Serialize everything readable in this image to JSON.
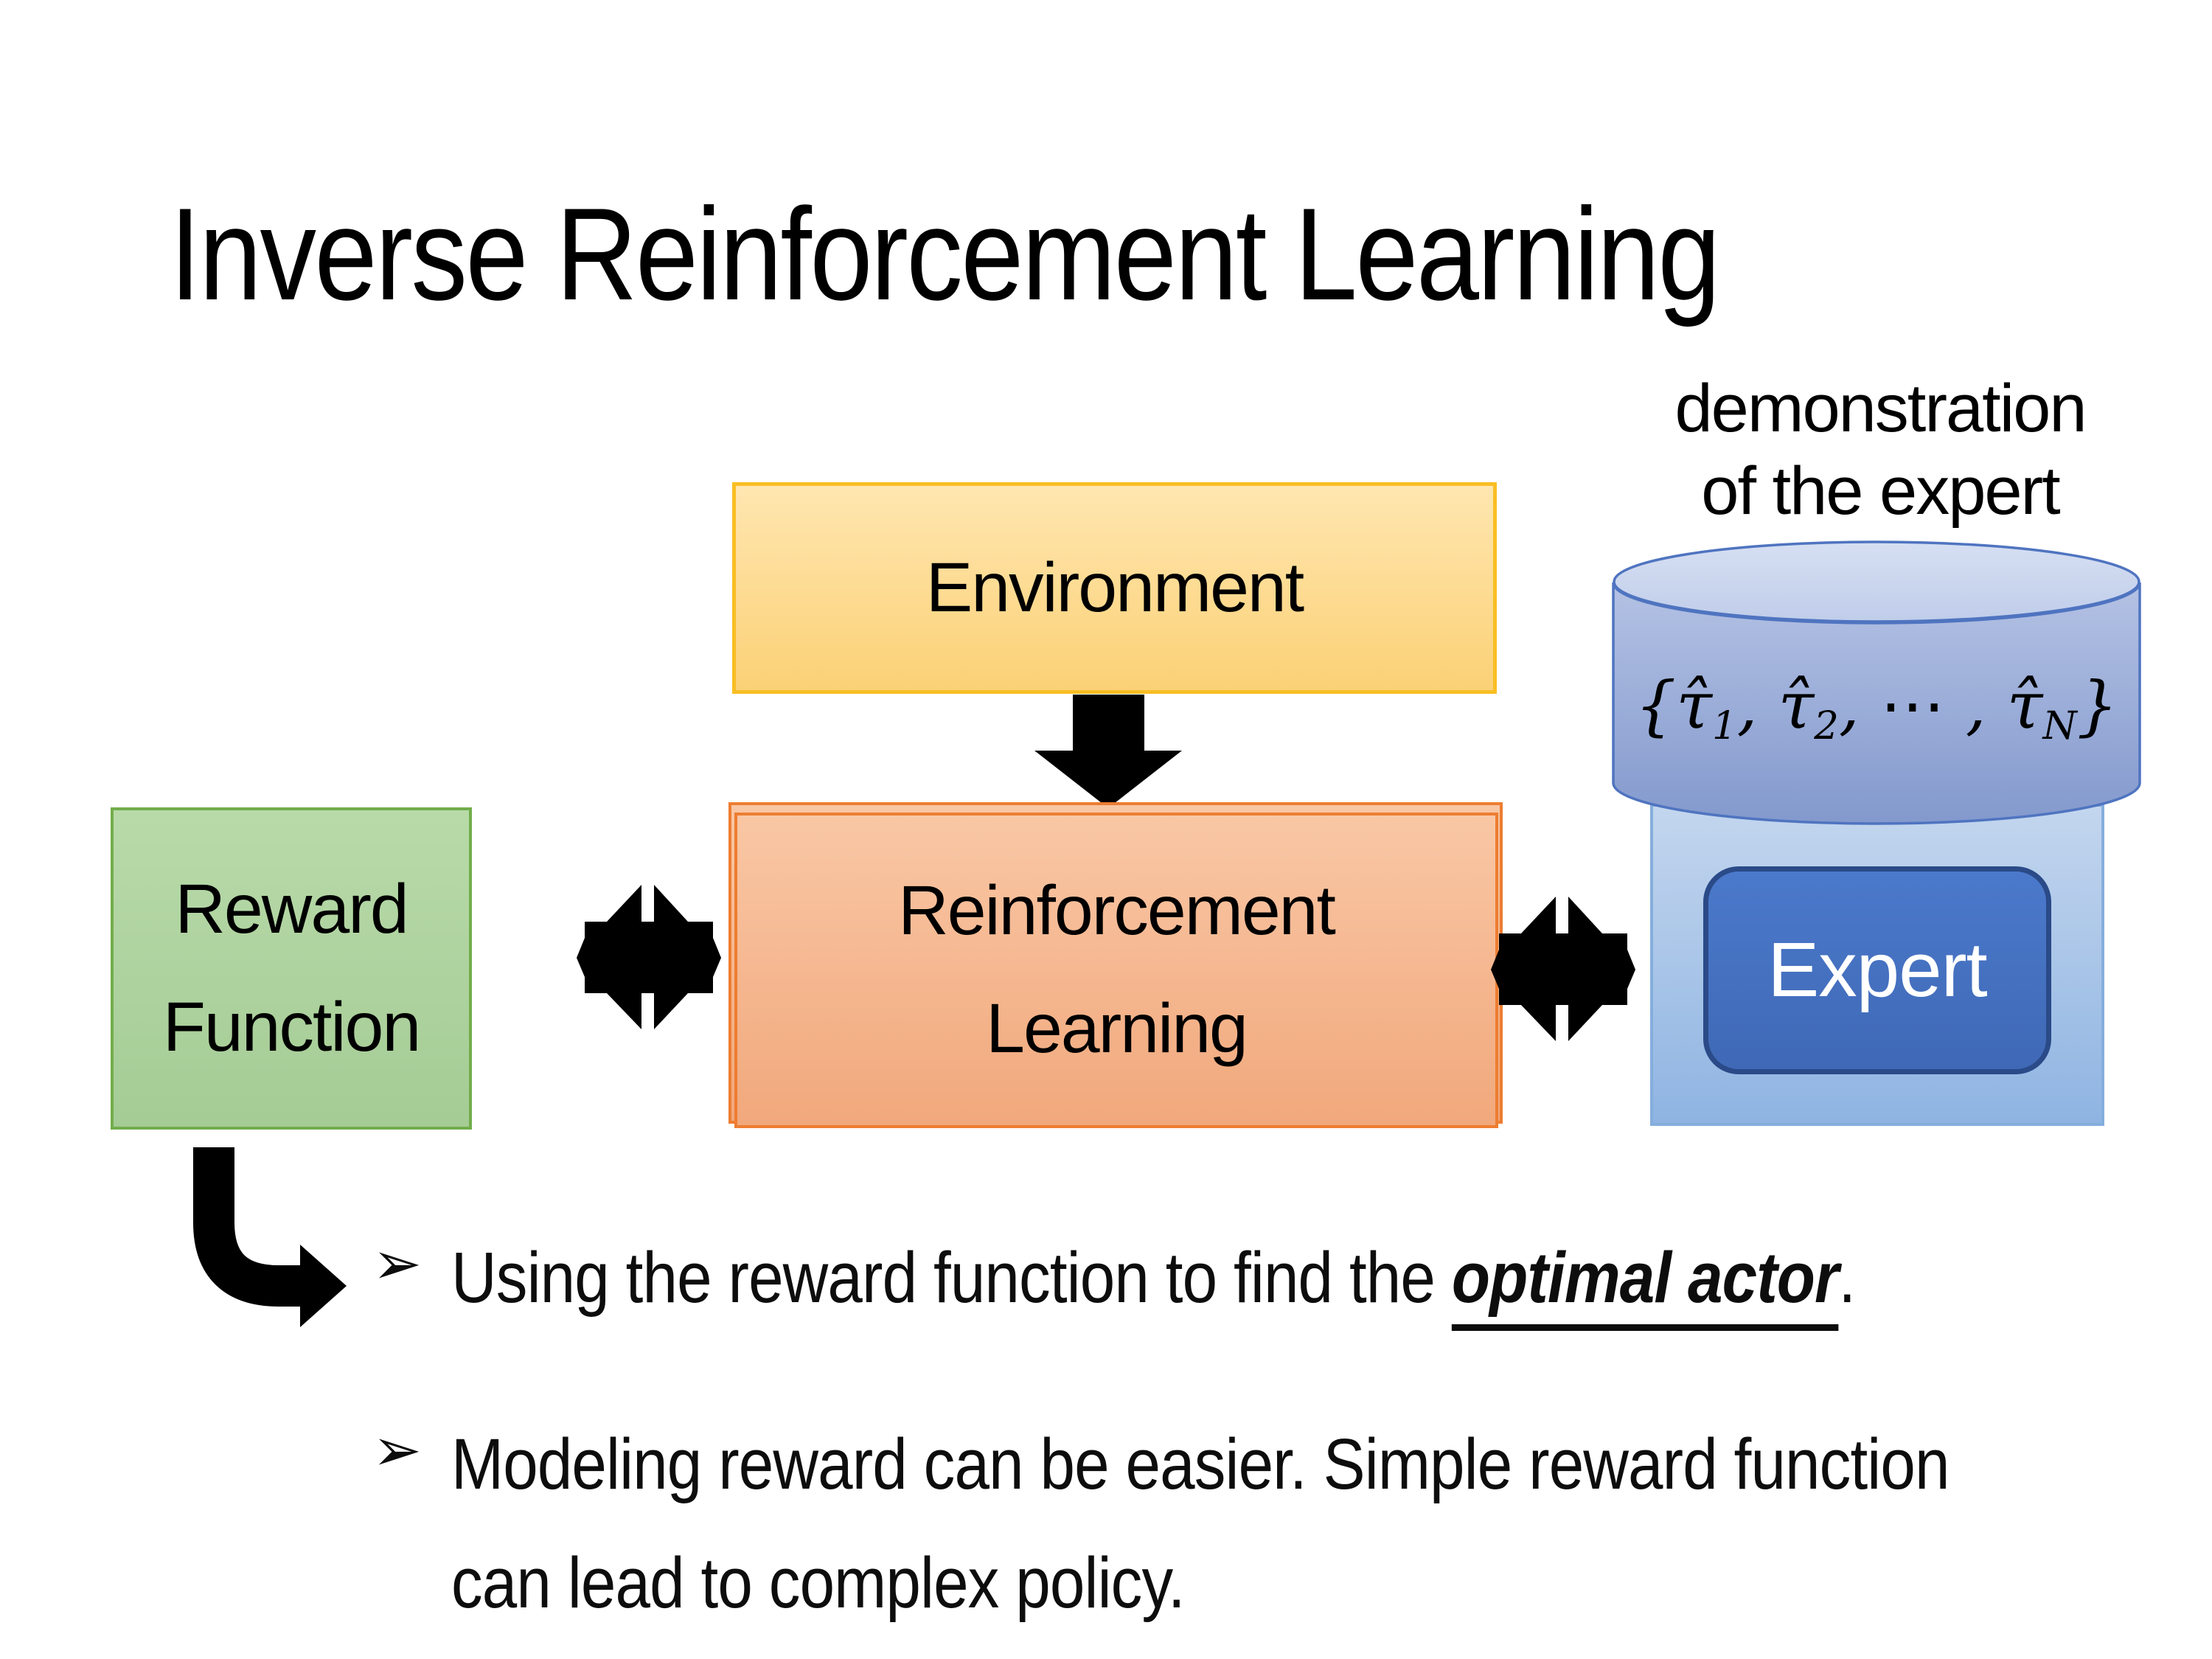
{
  "title": "Inverse Reinforcement Learning",
  "annotations": {
    "demo_line1": "demonstration",
    "demo_line2": "of the expert"
  },
  "boxes": {
    "environment": {
      "label": "Environment"
    },
    "reinforcement_learning": {
      "line1": "Reinforcement",
      "line2": "Learning"
    },
    "reward_function": {
      "line1": "Reward",
      "line2": "Function"
    },
    "expert": {
      "label": "Expert"
    }
  },
  "demonstration_db": {
    "open": "{",
    "tau1": "τ̂",
    "sub1": "1",
    "comma1": ", ",
    "tau2": "τ̂",
    "sub2": "2",
    "dots": ", ⋯ , ",
    "tau3": "τ̂",
    "subN": "N",
    "close": "}"
  },
  "bullets": {
    "marker": "➢",
    "item1": {
      "before": "Using the reward function to find the ",
      "emphasis": "optimal actor",
      "after": "."
    },
    "item2": {
      "text": "Modeling reward can be easier. Simple reward function can lead to complex policy."
    }
  },
  "colors": {
    "environment_fill": "#fcd786",
    "environment_border": "#f9be23",
    "rl_fill": "#f5b58f",
    "rl_border": "#ed7d31",
    "reward_fill": "#aed2a0",
    "reward_border": "#72ad4c",
    "expert_container_fill": "#9dc0e8",
    "expert_button_fill": "#4472c4",
    "expert_button_border": "#2a4a88",
    "cylinder_body_fill": "#8fa7d9",
    "cylinder_top_fill": "#ccd6ee",
    "cylinder_stroke": "#4f74c0",
    "arrow_color": "#000000",
    "text_color": "#000000",
    "background": "#ffffff"
  }
}
